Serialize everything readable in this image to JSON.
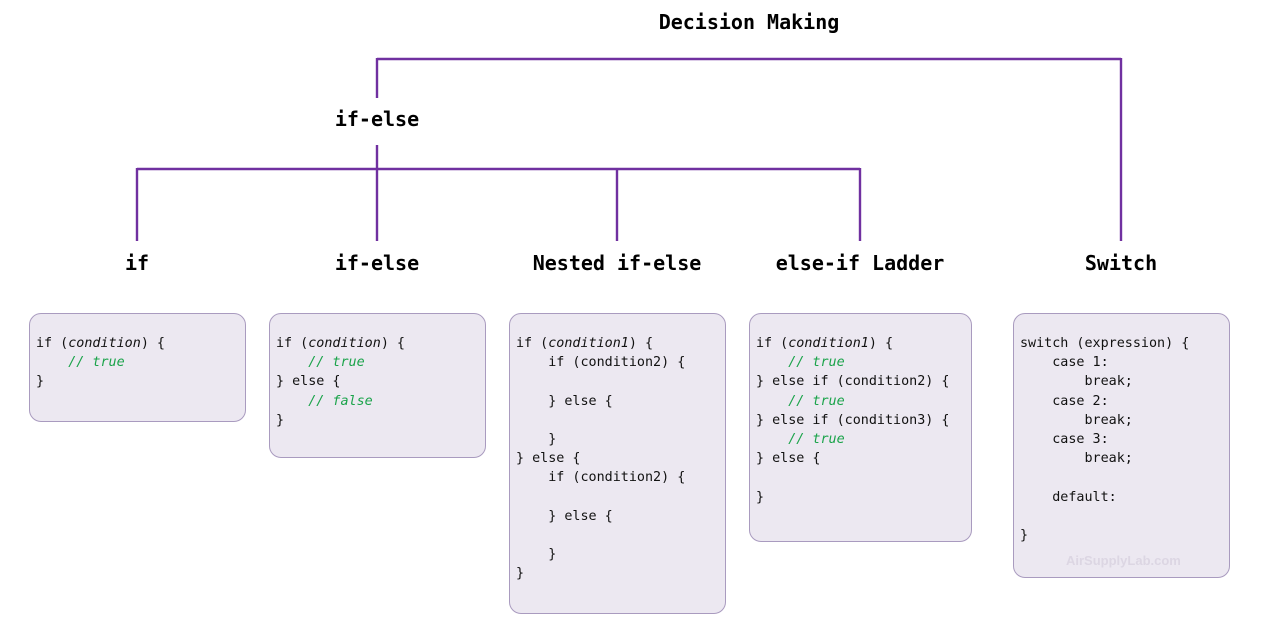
{
  "title": "Decision Making",
  "tree": {
    "root": "Decision Making",
    "level1": [
      {
        "label": "if-else"
      }
    ],
    "level2": [
      {
        "label": "if",
        "parent": "if-else"
      },
      {
        "label": "if-else",
        "parent": "if-else"
      },
      {
        "label": "Nested if-else",
        "parent": "if-else"
      },
      {
        "label": "else-if Ladder",
        "parent": "if-else"
      },
      {
        "label": "Switch",
        "parent": "Decision Making"
      }
    ]
  },
  "colors": {
    "connector": "#7030a0",
    "box_background": "#ece8f1",
    "box_border": "#a99bbf",
    "comment": "#1aa34a",
    "watermark": "#dcd6e3"
  },
  "code_boxes": [
    {
      "name": "if",
      "lines": [
        [
          {
            "t": "if ("
          },
          {
            "t": "condition",
            "s": "it"
          },
          {
            "t": ") {"
          }
        ],
        [
          {
            "t": "    "
          },
          {
            "t": "// true",
            "s": "cm"
          }
        ],
        [
          {
            "t": "}"
          }
        ]
      ]
    },
    {
      "name": "if-else",
      "lines": [
        [
          {
            "t": "if ("
          },
          {
            "t": "condition",
            "s": "it"
          },
          {
            "t": ") {"
          }
        ],
        [
          {
            "t": "    "
          },
          {
            "t": "// true",
            "s": "cm"
          }
        ],
        [
          {
            "t": "} else {"
          }
        ],
        [
          {
            "t": "    "
          },
          {
            "t": "// false",
            "s": "cm"
          }
        ],
        [
          {
            "t": "}"
          }
        ]
      ]
    },
    {
      "name": "nested-if-else",
      "lines": [
        [
          {
            "t": "if ("
          },
          {
            "t": "condition1",
            "s": "it"
          },
          {
            "t": ") {"
          }
        ],
        [
          {
            "t": "    if (condition2) {"
          }
        ],
        [
          {
            "t": ""
          }
        ],
        [
          {
            "t": "    } else {"
          }
        ],
        [
          {
            "t": ""
          }
        ],
        [
          {
            "t": "    }"
          }
        ],
        [
          {
            "t": "} else {"
          }
        ],
        [
          {
            "t": "    if (condition2) {"
          }
        ],
        [
          {
            "t": ""
          }
        ],
        [
          {
            "t": "    } else {"
          }
        ],
        [
          {
            "t": ""
          }
        ],
        [
          {
            "t": "    }"
          }
        ],
        [
          {
            "t": "}"
          }
        ]
      ]
    },
    {
      "name": "else-if-ladder",
      "lines": [
        [
          {
            "t": "if ("
          },
          {
            "t": "condition1",
            "s": "it"
          },
          {
            "t": ") {"
          }
        ],
        [
          {
            "t": "    "
          },
          {
            "t": "// true",
            "s": "cm"
          }
        ],
        [
          {
            "t": "} else if (condition2) {"
          }
        ],
        [
          {
            "t": "    "
          },
          {
            "t": "// true",
            "s": "cm"
          }
        ],
        [
          {
            "t": "} else if (condition3) {"
          }
        ],
        [
          {
            "t": "    "
          },
          {
            "t": "// true",
            "s": "cm"
          }
        ],
        [
          {
            "t": "} else {"
          }
        ],
        [
          {
            "t": ""
          }
        ],
        [
          {
            "t": "}"
          }
        ]
      ]
    },
    {
      "name": "switch",
      "lines": [
        [
          {
            "t": "switch (expression) {"
          }
        ],
        [
          {
            "t": "    case 1:"
          }
        ],
        [
          {
            "t": "        break;"
          }
        ],
        [
          {
            "t": "    case 2:"
          }
        ],
        [
          {
            "t": "        break;"
          }
        ],
        [
          {
            "t": "    case 3:"
          }
        ],
        [
          {
            "t": "        break;"
          }
        ],
        [
          {
            "t": ""
          }
        ],
        [
          {
            "t": "    default:"
          }
        ],
        [
          {
            "t": ""
          }
        ],
        [
          {
            "t": "}"
          }
        ]
      ]
    }
  ],
  "watermark": "AirSupplyLab.com"
}
